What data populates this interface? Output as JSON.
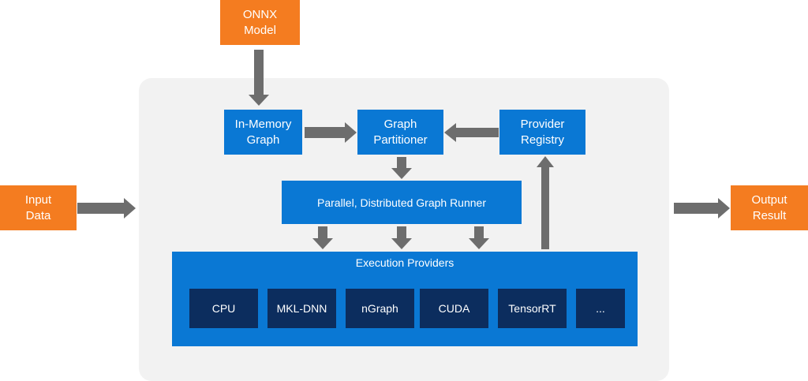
{
  "inputs": {
    "onnx_model": "ONNX\nModel",
    "input_data": "Input\nData",
    "output_result": "Output\nResult"
  },
  "runtime": {
    "in_memory_graph": "In-Memory\nGraph",
    "graph_partitioner": "Graph\nPartitioner",
    "provider_registry": "Provider\nRegistry",
    "graph_runner": "Parallel, Distributed Graph Runner"
  },
  "execution_providers": {
    "title": "Execution Providers",
    "items": [
      "CPU",
      "MKL-DNN",
      "nGraph",
      "CUDA",
      "TensorRT",
      "..."
    ]
  },
  "colors": {
    "io_box": "#f47c20",
    "component_box": "#0a78d4",
    "provider_box": "#0c2d5e",
    "runtime_panel": "#f2f2f2",
    "arrow": "#6d6d6d"
  }
}
